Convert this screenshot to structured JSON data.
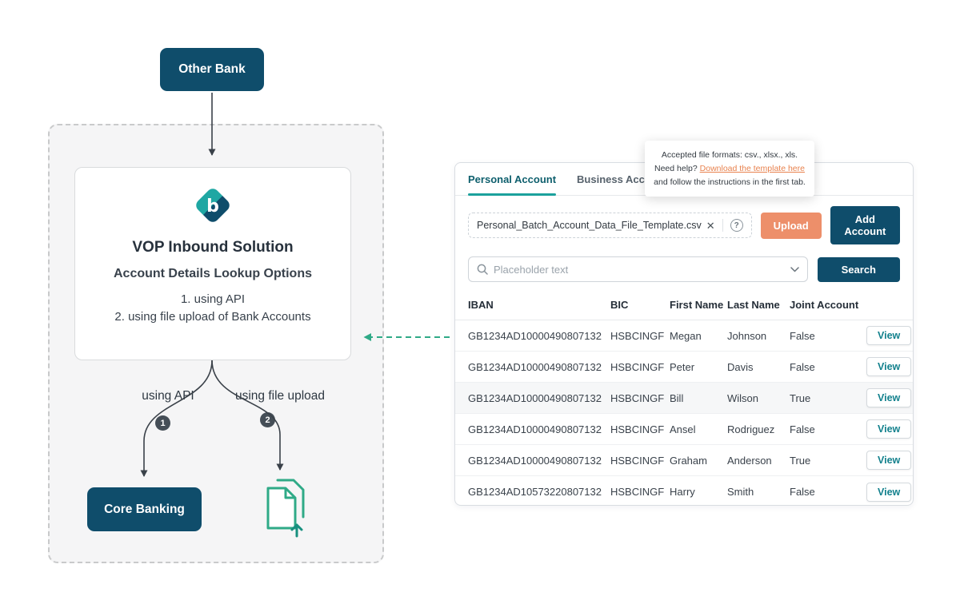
{
  "colors": {
    "navy": "#0f4d6b",
    "teal": "#1ba19c",
    "orange": "#ed8f6a",
    "link-orange": "#e8824e",
    "green": "#2faa87"
  },
  "icons": {
    "clear": "✕",
    "help": "?"
  },
  "diagram": {
    "other_bank_label": "Other Bank",
    "vop_card": {
      "title": "VOP Inbound Solution",
      "subtitle": "Account Details Lookup Options",
      "option1": "1. using API",
      "option2": "2. using file upload of Bank Accounts"
    },
    "branch_api_label": "using API",
    "branch_file_label": "using file upload",
    "branch_1_number": "1",
    "branch_2_number": "2",
    "core_banking_label": "Core Banking"
  },
  "panel": {
    "tabs": [
      {
        "label": "Personal Account",
        "active": true
      },
      {
        "label": "Business Account",
        "active": false
      }
    ],
    "tooltip": {
      "line1": "Accepted file formats: csv., xlsx., xls.",
      "line2_prefix": "Need help? ",
      "link_text": "Download the template here",
      "line2_suffix": " and follow the instructions in the first tab."
    },
    "file_upload": {
      "filename": "Personal_Batch_Account_Data_File_Template.csv",
      "upload_label": "Upload",
      "add_account_label": "Add Account"
    },
    "search": {
      "placeholder": "Placeholder text",
      "button_label": "Search"
    },
    "table": {
      "headers": [
        "IBAN",
        "BIC",
        "First Name",
        "Last Name",
        "Joint Account"
      ],
      "view_label": "View",
      "rows": [
        {
          "iban": "GB1234AD10000490807132",
          "bic": "HSBCINGF",
          "first": "Megan",
          "last": "Johnson",
          "joint": "False",
          "highlight": false
        },
        {
          "iban": "GB1234AD10000490807132",
          "bic": "HSBCINGF",
          "first": "Peter",
          "last": "Davis",
          "joint": "False",
          "highlight": false
        },
        {
          "iban": "GB1234AD10000490807132",
          "bic": "HSBCINGF",
          "first": "Bill",
          "last": "Wilson",
          "joint": "True",
          "highlight": true
        },
        {
          "iban": "GB1234AD10000490807132",
          "bic": "HSBCINGF",
          "first": "Ansel",
          "last": "Rodriguez",
          "joint": "False",
          "highlight": false
        },
        {
          "iban": "GB1234AD10000490807132",
          "bic": "HSBCINGF",
          "first": "Graham",
          "last": "Anderson",
          "joint": "True",
          "highlight": false
        },
        {
          "iban": "GB1234AD10573220807132",
          "bic": "HSBCINGF",
          "first": "Harry",
          "last": "Smith",
          "joint": "False",
          "highlight": false
        }
      ]
    }
  }
}
